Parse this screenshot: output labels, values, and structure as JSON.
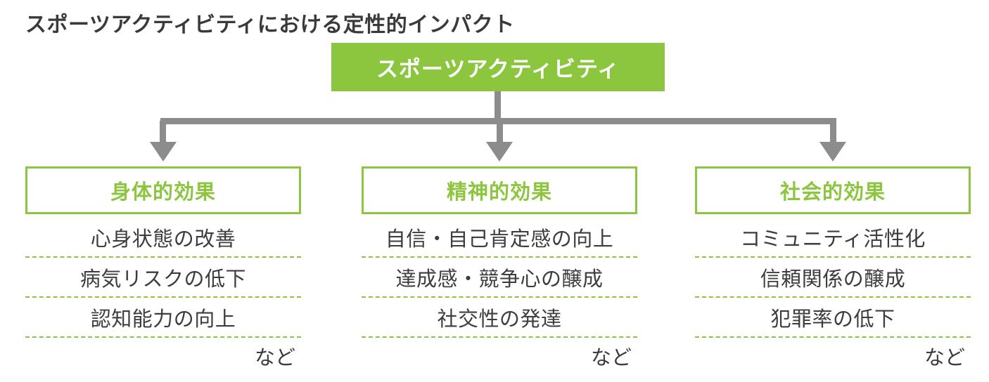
{
  "title": "スポーツアクティビティにおける定性的インパクト",
  "root": {
    "label": "スポーツアクティビティ"
  },
  "columns": [
    {
      "header": "身体的効果",
      "items": [
        "心身状態の改善",
        "病気リスクの低下",
        "認知能力の向上"
      ],
      "etc": "など"
    },
    {
      "header": "精神的効果",
      "items": [
        "自信・自己肯定感の向上",
        "達成感・競争心の醸成",
        "社交性の発達"
      ],
      "etc": "など"
    },
    {
      "header": "社会的効果",
      "items": [
        "コミュニティ活性化",
        "信頼関係の醸成",
        "犯罪率の低下"
      ],
      "etc": "など"
    }
  ],
  "colors": {
    "green": "#8CC63E",
    "gray": "#8C8C8C",
    "text": "#3B3B3B"
  }
}
